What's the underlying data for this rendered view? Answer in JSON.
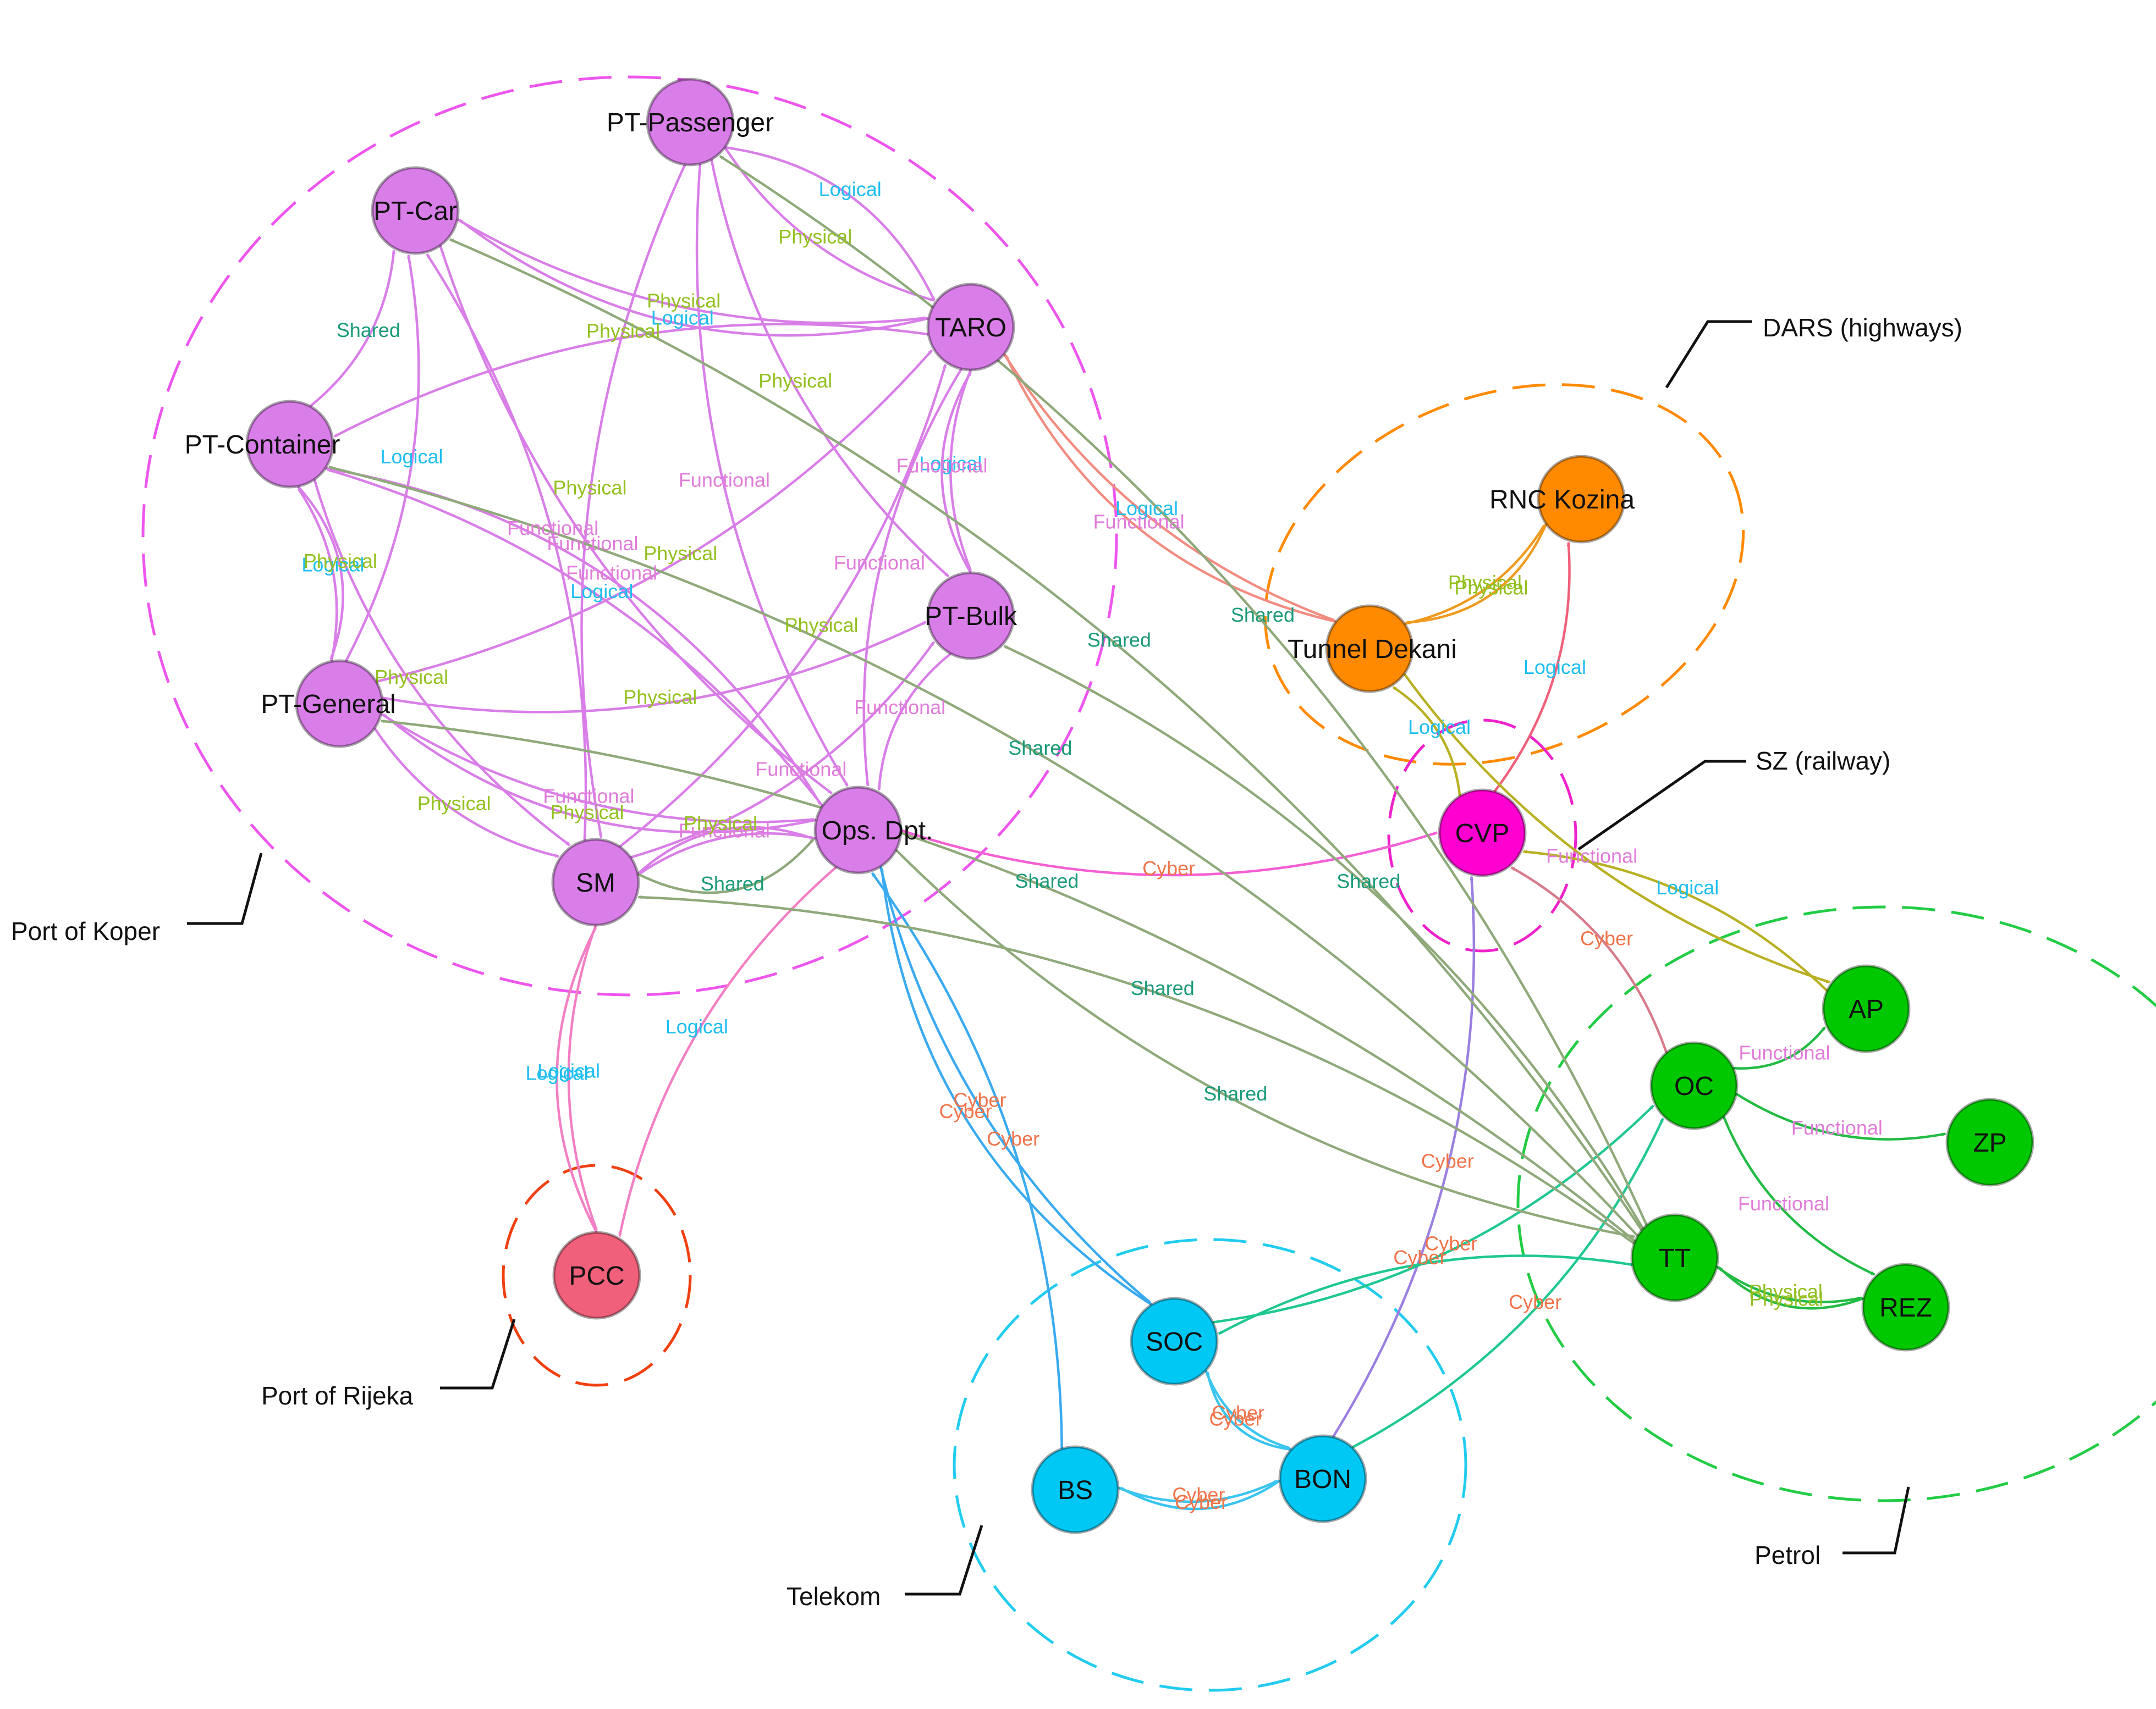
{
  "nodes": [
    {
      "id": "PT-Passenger",
      "label": "PT-Passenger",
      "color": "#d97ee8"
    },
    {
      "id": "PT-Car",
      "label": "PT-Car",
      "color": "#d97ee8"
    },
    {
      "id": "TARO",
      "label": "TARO",
      "color": "#d97ee8"
    },
    {
      "id": "PT-Container",
      "label": "PT-Container",
      "color": "#d97ee8"
    },
    {
      "id": "PT-Bulk",
      "label": "PT-Bulk",
      "color": "#d97ee8"
    },
    {
      "id": "PT-General",
      "label": "PT-General",
      "color": "#d97ee8"
    },
    {
      "id": "Ops",
      "label": "Ops. Dpt.",
      "color": "#d97ee8"
    },
    {
      "id": "SM",
      "label": "SM",
      "color": "#d97ee8"
    },
    {
      "id": "PCC",
      "label": "PCC",
      "color": "#f0607a"
    },
    {
      "id": "RNC",
      "label": "RNC Kozina",
      "color": "#ff8a00"
    },
    {
      "id": "Tunnel",
      "label": "Tunnel Dekani",
      "color": "#ff8a00"
    },
    {
      "id": "CVP",
      "label": "CVP",
      "color": "#ff00d0"
    },
    {
      "id": "AP",
      "label": "AP",
      "color": "#00c800"
    },
    {
      "id": "OC",
      "label": "OC",
      "color": "#00c800"
    },
    {
      "id": "ZP",
      "label": "ZP",
      "color": "#00c800"
    },
    {
      "id": "TT",
      "label": "TT",
      "color": "#00c800"
    },
    {
      "id": "REZ",
      "label": "REZ",
      "color": "#00c800"
    },
    {
      "id": "SOC",
      "label": "SOC",
      "color": "#00c8f5"
    },
    {
      "id": "BS",
      "label": "BS",
      "color": "#00c8f5"
    },
    {
      "id": "BON",
      "label": "BON",
      "color": "#00c8f5"
    }
  ],
  "groups": [
    {
      "id": "koper",
      "label": "Port of Koper",
      "color": "#ee55ee"
    },
    {
      "id": "rijeka",
      "label": "Port of Rijeka",
      "color": "#f04010"
    },
    {
      "id": "dars",
      "label": "DARS (highways)",
      "color": "#ff8a00"
    },
    {
      "id": "sz",
      "label": "SZ (railway)",
      "color": "#ee22cc"
    },
    {
      "id": "petrol",
      "label": "Petrol",
      "color": "#22cc44"
    },
    {
      "id": "telekom",
      "label": "Telekom",
      "color": "#22ccee"
    }
  ],
  "edge_colors": {
    "Physical": "#93c01f",
    "Logical": "#1ebef0",
    "Functional": "#e07cd9",
    "Shared": "#1a9a78",
    "Cyber": "#f0734a"
  },
  "edges": [
    {
      "from": "PT-Passenger",
      "to": "TARO",
      "type": "Physical",
      "color": "#d97ee8"
    },
    {
      "from": "PT-Passenger",
      "to": "TARO",
      "type": "Logical",
      "color": "#d97ee8"
    },
    {
      "from": "PT-Passenger",
      "to": "SM",
      "type": "Physical",
      "color": "#d97ee8"
    },
    {
      "from": "PT-Passenger",
      "to": "Ops",
      "type": "Functional",
      "color": "#d97ee8"
    },
    {
      "from": "PT-Passenger",
      "to": "PT-Bulk",
      "type": "Physical",
      "color": "#d97ee8"
    },
    {
      "from": "PT-Car",
      "to": "TARO",
      "type": "Physical",
      "color": "#d97ee8"
    },
    {
      "from": "TARO",
      "to": "PT-Car",
      "type": "Logical",
      "color": "#d97ee8"
    },
    {
      "from": "PT-Container",
      "to": "PT-Car",
      "type": "Shared",
      "color": "#d97ee8"
    },
    {
      "from": "PT-General",
      "to": "PT-Car",
      "type": "Logical",
      "color": "#d97ee8"
    },
    {
      "from": "PT-Car",
      "to": "Ops",
      "type": "Functional",
      "color": "#d97ee8"
    },
    {
      "from": "SM",
      "to": "PT-Car",
      "type": "Functional",
      "color": "#d97ee8"
    },
    {
      "from": "TARO",
      "to": "PT-Container",
      "type": "Physical",
      "color": "#d97ee8"
    },
    {
      "from": "Ops",
      "to": "PT-Container",
      "type": "Logical",
      "color": "#d97ee8"
    },
    {
      "from": "PT-General",
      "to": "PT-Container",
      "type": "Logical",
      "color": "#d97ee8"
    },
    {
      "from": "PT-Container",
      "to": "PT-General",
      "type": "Physical",
      "color": "#d97ee8"
    },
    {
      "from": "PT-Container",
      "to": "SM",
      "type": "Physical",
      "color": "#d97ee8"
    },
    {
      "from": "TARO",
      "to": "PT-Bulk",
      "type": "Logical",
      "color": "#d97ee8"
    },
    {
      "from": "PT-Bulk",
      "to": "TARO",
      "type": "Functional",
      "color": "#d97ee8"
    },
    {
      "from": "PT-Bulk",
      "to": "Ops",
      "type": "Functional",
      "color": "#d97ee8"
    },
    {
      "from": "PT-General",
      "to": "PT-Bulk",
      "type": "Physical",
      "color": "#d97ee8"
    },
    {
      "from": "PT-General",
      "to": "TARO",
      "type": "Physical",
      "color": "#d97ee8"
    },
    {
      "from": "PT-General",
      "to": "Ops",
      "type": "Functional",
      "color": "#d97ee8"
    },
    {
      "from": "PT-General",
      "to": "SM",
      "type": "Physical",
      "color": "#d97ee8"
    },
    {
      "from": "SM",
      "to": "TARO",
      "type": "Physical",
      "color": "#d97ee8"
    },
    {
      "from": "TARO",
      "to": "Ops",
      "type": "Functional",
      "color": "#d97ee8"
    },
    {
      "from": "SM",
      "to": "PT-Bulk",
      "type": "Functional",
      "color": "#d97ee8"
    },
    {
      "from": "Ops",
      "to": "SM",
      "type": "Functional",
      "color": "#d97ee8"
    },
    {
      "from": "SM",
      "to": "Ops",
      "type": "Physical",
      "color": "#d97ee8"
    },
    {
      "from": "Ops",
      "to": "PT-General",
      "type": "Physical",
      "color": "#d97ee8"
    },
    {
      "from": "PT-Container",
      "to": "Ops",
      "type": "Functional",
      "color": "#d97ee8"
    },
    {
      "from": "TARO",
      "to": "Tunnel",
      "type": "Logical",
      "color": "#f28c80"
    },
    {
      "from": "Tunnel",
      "to": "TARO",
      "type": "Functional",
      "color": "#f28c80"
    },
    {
      "from": "Tunnel",
      "to": "RNC",
      "type": "Physical",
      "color": "#f09a20"
    },
    {
      "from": "RNC",
      "to": "Tunnel",
      "type": "Physical",
      "color": "#f09a20"
    },
    {
      "from": "CVP",
      "to": "RNC",
      "type": "Logical",
      "color": "#f0607a"
    },
    {
      "from": "CVP",
      "to": "Tunnel",
      "type": "Logical",
      "color": "#b8b022"
    },
    {
      "from": "Tunnel",
      "to": "AP",
      "type": "Functional",
      "color": "#b8b022"
    },
    {
      "from": "AP",
      "to": "CVP",
      "type": "Logical",
      "color": "#b8b022"
    },
    {
      "from": "Ops",
      "to": "CVP",
      "type": "Cyber",
      "color": "#f45fd4"
    },
    {
      "from": "OC",
      "to": "CVP",
      "type": "Cyber",
      "color": "#d87a8a"
    },
    {
      "from": "BON",
      "to": "CVP",
      "type": "Cyber",
      "color": "#9a7fe0"
    },
    {
      "from": "SM",
      "to": "PCC",
      "type": "Logical",
      "color": "#f27fc4"
    },
    {
      "from": "PCC",
      "to": "SM",
      "type": "Logical",
      "color": "#f27fc4"
    },
    {
      "from": "Ops",
      "to": "PCC",
      "type": "Logical",
      "color": "#f27fc4"
    },
    {
      "from": "Ops",
      "to": "SOC",
      "type": "Cyber",
      "color": "#3aaaf0"
    },
    {
      "from": "SOC",
      "to": "Ops",
      "type": "Cyber",
      "color": "#3aaaf0"
    },
    {
      "from": "BS",
      "to": "Ops",
      "type": "Cyber",
      "color": "#3aaaf0"
    },
    {
      "from": "SOC",
      "to": "BON",
      "type": "Cyber",
      "color": "#3ac4f0"
    },
    {
      "from": "BON",
      "to": "SOC",
      "type": "Cyber",
      "color": "#3ac4f0"
    },
    {
      "from": "BS",
      "to": "BON",
      "type": "Cyber",
      "color": "#3ac4f0"
    },
    {
      "from": "BON",
      "to": "BS",
      "type": "Cyber",
      "color": "#3ac4f0"
    },
    {
      "from": "SOC",
      "to": "OC",
      "type": "Cyber",
      "color": "#20c890"
    },
    {
      "from": "BON",
      "to": "OC",
      "type": "Cyber",
      "color": "#20c890"
    },
    {
      "from": "TT",
      "to": "SOC",
      "type": "Cyber",
      "color": "#20c890"
    },
    {
      "from": "OC",
      "to": "AP",
      "type": "Functional",
      "color": "#22bb44"
    },
    {
      "from": "OC",
      "to": "ZP",
      "type": "Functional",
      "color": "#22bb44"
    },
    {
      "from": "OC",
      "to": "REZ",
      "type": "Functional",
      "color": "#22bb44"
    },
    {
      "from": "TT",
      "to": "REZ",
      "type": "Physical",
      "color": "#22bb44"
    },
    {
      "from": "REZ",
      "to": "TT",
      "type": "Physical",
      "color": "#22bb44"
    },
    {
      "from": "TT",
      "to": "PT-Car",
      "type": "Shared",
      "color": "#8fa97a"
    },
    {
      "from": "TT",
      "to": "PT-Passenger",
      "type": "Shared",
      "color": "#8fa97a"
    },
    {
      "from": "TT",
      "to": "PT-Bulk",
      "type": "Shared",
      "color": "#8fa97a"
    },
    {
      "from": "TT",
      "to": "PT-General",
      "type": "Shared",
      "color": "#8fa97a"
    },
    {
      "from": "TT",
      "to": "SM",
      "type": "Shared",
      "color": "#8fa97a"
    },
    {
      "from": "TT",
      "to": "PT-Container",
      "type": "Shared",
      "color": "#8fa97a"
    },
    {
      "from": "Ops",
      "to": "TT",
      "type": "Shared",
      "color": "#8fa97a"
    },
    {
      "from": "SM",
      "to": "Ops",
      "type": "Shared",
      "color": "#8fa97a"
    }
  ]
}
